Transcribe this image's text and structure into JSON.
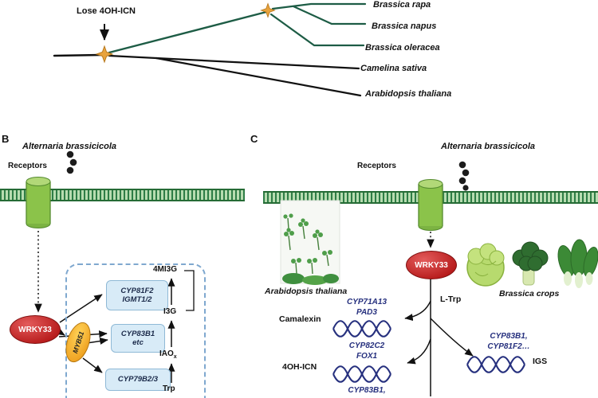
{
  "colors": {
    "tree_green": "#1d5c45",
    "star_orange": "#e8a33d",
    "membrane_green": "#2e7d46",
    "receptor_green": "#8bc34a",
    "wrky_red": "#b71c1c",
    "myb_orange": "#ee9f1e",
    "pathway_box_blue": "#d8ebf7",
    "gene_blue": "#26307e"
  },
  "panelA": {
    "lose_label": "Lose 4OH-ICN",
    "species": [
      "Brassica rapa",
      "Brassica napus",
      "Brassica oleracea",
      "Camelina sativa",
      "Arabidopsis thaliana"
    ]
  },
  "panelB": {
    "label": "B",
    "pathogen": "Alternaria brassicicola",
    "receptors": "Receptors",
    "tf1": "WRKY33",
    "tf2": "MYB51",
    "box1": {
      "line1": "CYP81F2",
      "line2": "IGMT1/2"
    },
    "box2": {
      "line1": "CYP83B1",
      "line2": "etc"
    },
    "box3": {
      "line1": "CYP79B2/3"
    },
    "metabolites": {
      "m1": "4MI3G",
      "m2": "I3G",
      "m3a": "IAO",
      "m3b": "x",
      "m4": "Trp"
    }
  },
  "panelC": {
    "label": "C",
    "pathogen": "Alternaria brassicicola",
    "receptors": "Receptors",
    "tf1": "WRKY33",
    "plant_label": "Arabidopsis thaliana",
    "crops_label": "Brassica crops",
    "ltrp": "L-Trp",
    "camalexin": {
      "gene1": "CYP71A13",
      "gene2": "PAD3",
      "product": "Camalexin"
    },
    "ohicn": {
      "gene1": "CYP82C2",
      "gene2": "FOX1",
      "product": "4OH-ICN",
      "extra": "CYP83B1,"
    },
    "igs": {
      "gene1": "CYP83B1,",
      "gene2": "CYP81F2…",
      "label": "IGS"
    }
  }
}
